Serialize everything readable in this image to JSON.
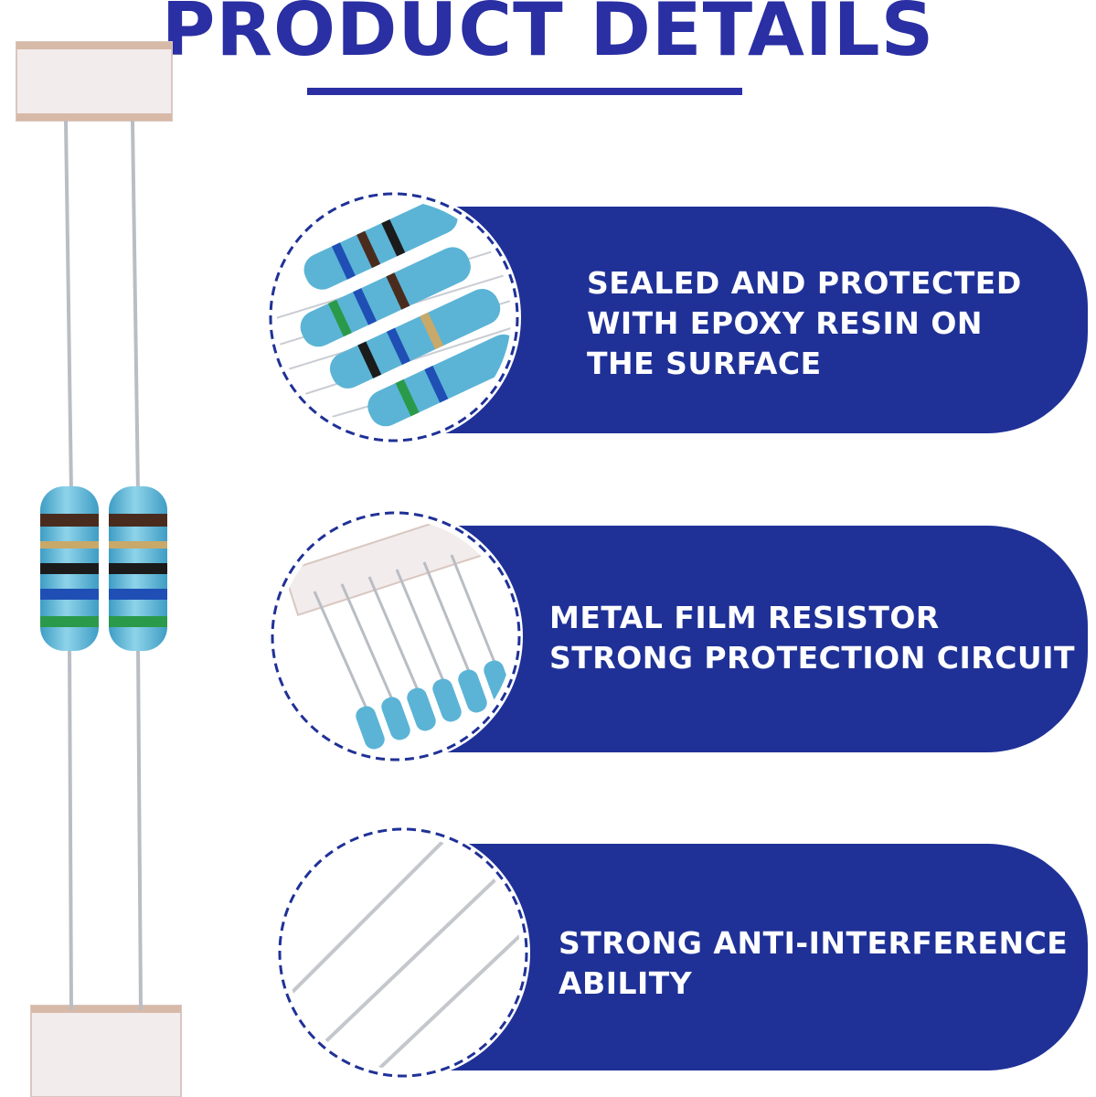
{
  "header": {
    "title": "PRODUCT DETAILS"
  },
  "colors": {
    "brand_blue": "#2a2fa3",
    "band_blue": "#1f3197",
    "resistor_body": "#5bb4d6"
  },
  "features": [
    {
      "lines": [
        "SEALED AND PROTECTED",
        "WITH EPOXY RESIN ON",
        "THE SURFACE"
      ],
      "icon": "resistor-pile-image"
    },
    {
      "lines": [
        "METAL FILM RESISTOR",
        "STRONG PROTECTION CIRCUIT"
      ],
      "icon": "resistor-strip-image"
    },
    {
      "lines": [
        "STRONG ANTI-INTERFERENCE",
        "ABILITY"
      ],
      "icon": "resistor-lead-wires-image"
    }
  ]
}
